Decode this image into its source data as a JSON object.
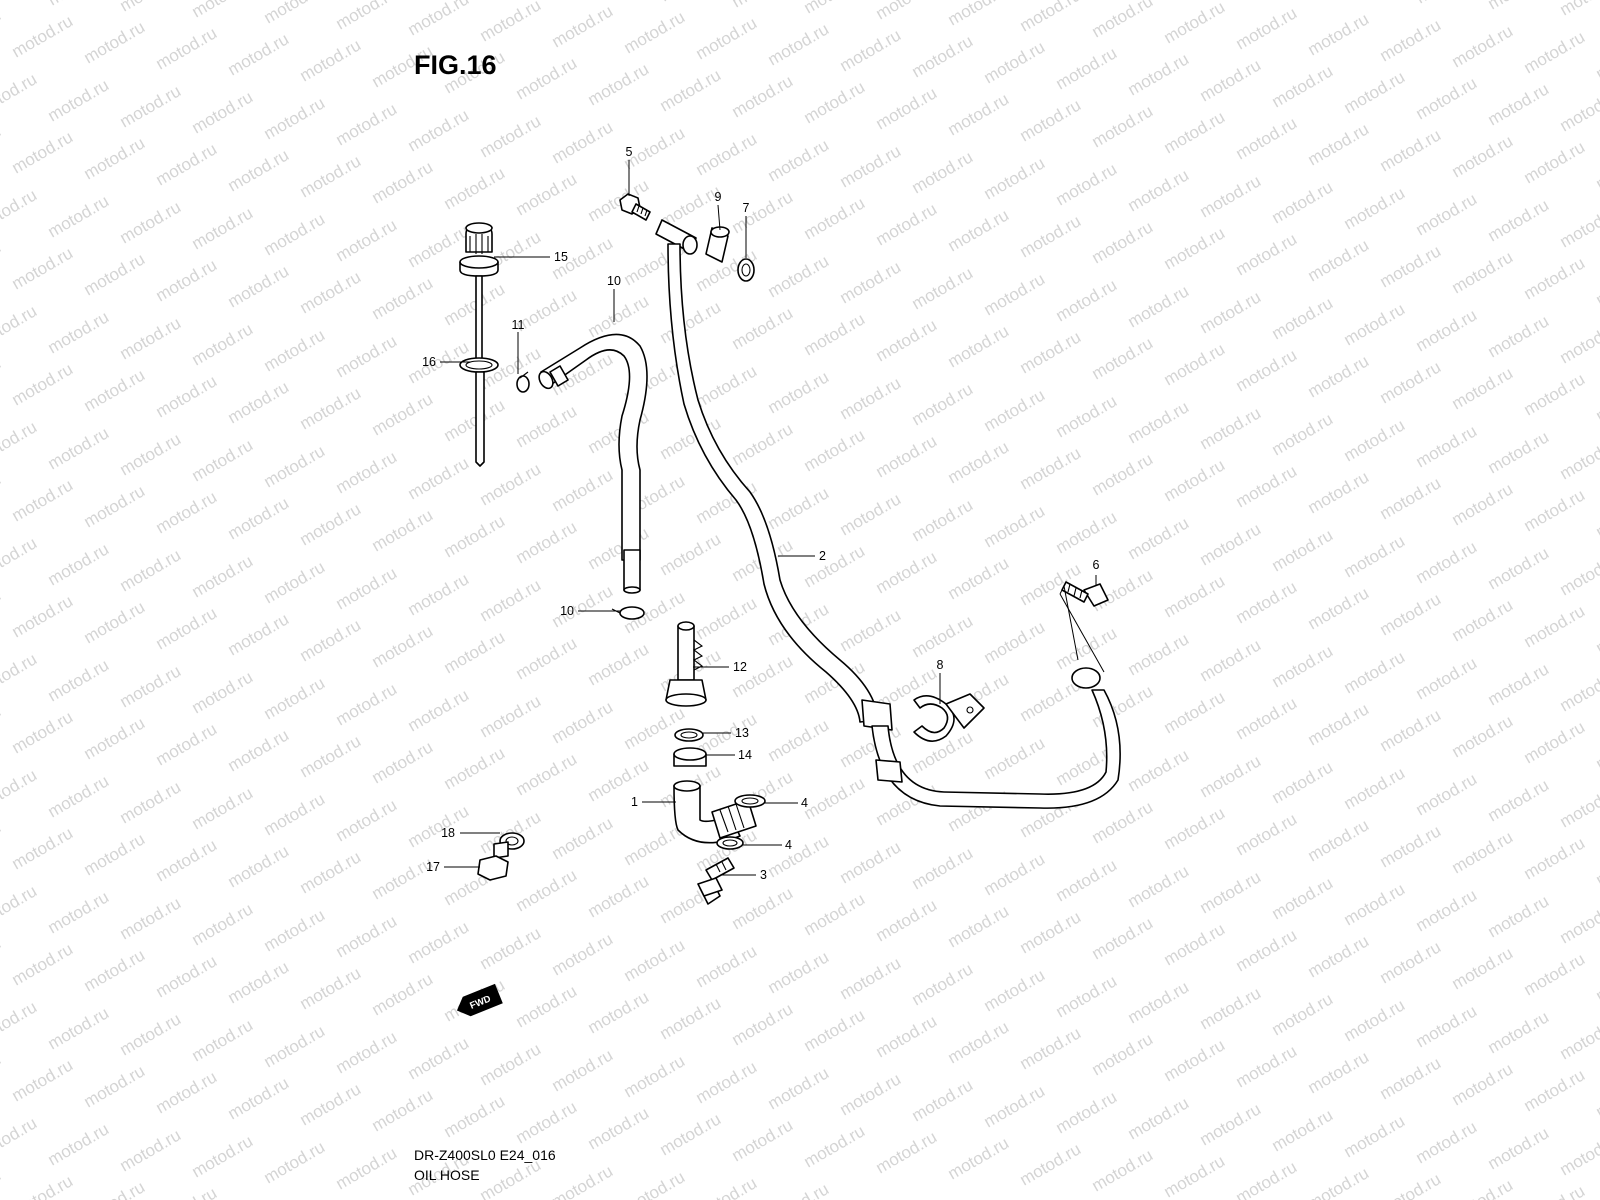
{
  "figure": {
    "title": "FIG.16",
    "code": "DR-Z400SL0 E24_016",
    "name": "OIL HOSE"
  },
  "watermark": "motod.ru",
  "direction_badge": "FWD",
  "callouts": {
    "c1": "1",
    "c2": "2",
    "c3": "3",
    "c4a": "4",
    "c4b": "4",
    "c5": "5",
    "c6": "6",
    "c7": "7",
    "c8": "8",
    "c9": "9",
    "c10a": "10",
    "c10b": "10",
    "c11": "11",
    "c12": "12",
    "c13": "13",
    "c14": "14",
    "c15": "15",
    "c16": "16",
    "c17": "17",
    "c18": "18"
  },
  "colors": {
    "line": "#000000",
    "watermark": "#9a9a9a",
    "background": "#ffffff"
  }
}
